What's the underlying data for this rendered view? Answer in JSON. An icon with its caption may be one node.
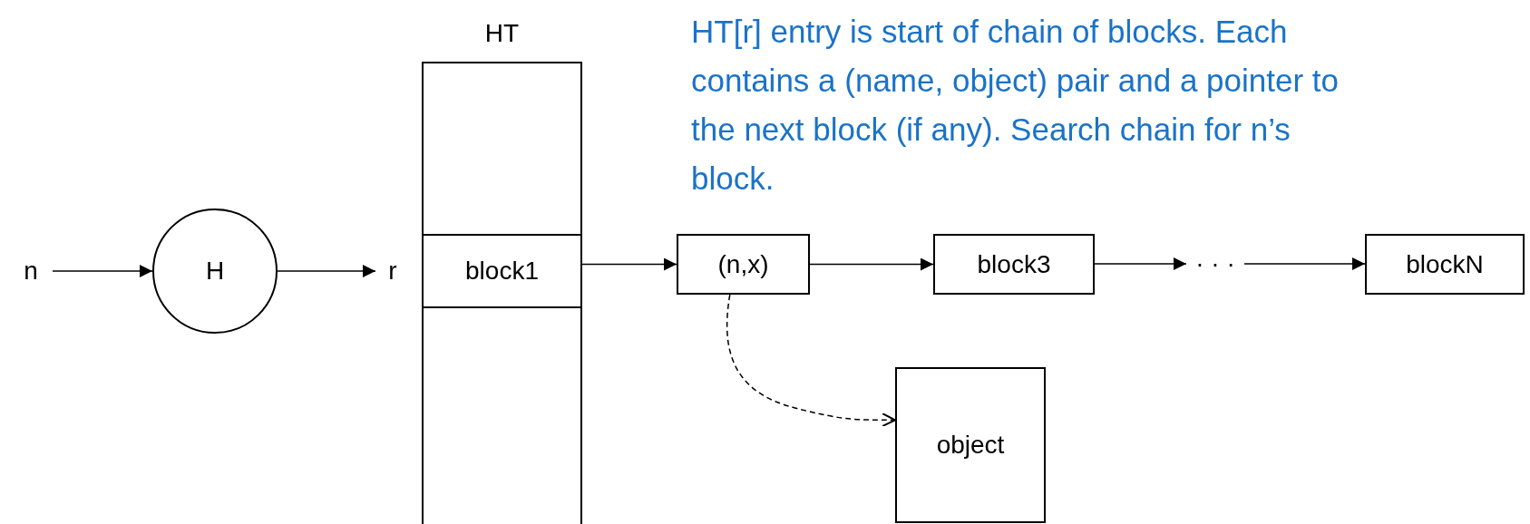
{
  "diagram": {
    "nodes": [
      {
        "text": [
          "n"
        ]
      },
      {
        "text": [
          "H"
        ]
      },
      {
        "text": [
          "r"
        ]
      },
      {
        "text": [
          "HT"
        ]
      },
      {
        "text": [
          "block1"
        ],
        "in": 3
      },
      {
        "text": [
          "(n,x)"
        ]
      },
      {
        "text": [
          "block3"
        ]
      },
      {
        "text": [
          "· · ·"
        ]
      },
      {
        "text": [
          "blockN"
        ]
      },
      {
        "text": [
          "object"
        ]
      }
    ],
    "edges": [
      {
        "from": 0,
        "to": 1,
        "arrow": "to"
      },
      {
        "from": 1,
        "to": 2,
        "arrow": "to"
      },
      {
        "from": 4,
        "to": 5,
        "arrow": "to"
      },
      {
        "from": 5,
        "to": 6,
        "arrow": "to"
      },
      {
        "from": 6,
        "to": 7,
        "arrow": "to"
      },
      {
        "from": 7,
        "to": 8,
        "arrow": "to"
      },
      {
        "from": 5,
        "to": 9,
        "arrow": "to",
        "style": "dashed"
      }
    ],
    "labels": [
      "HT[r] entry is start of chain of blocks. Each contains a (name, object) pair and a pointer to the next block (if any).  Search chain for n’s block."
    ]
  }
}
